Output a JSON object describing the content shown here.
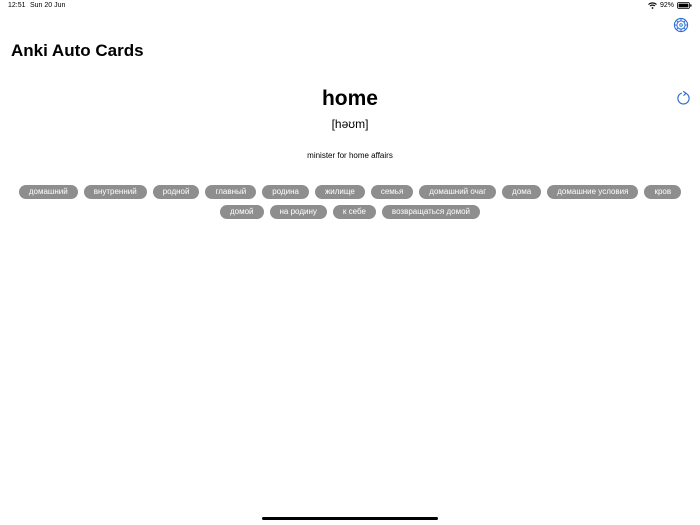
{
  "status_bar": {
    "time": "12:51",
    "date": "Sun 20 Jun",
    "battery_percent": "92%",
    "icons": [
      "wifi-icon",
      "battery-icon"
    ]
  },
  "app": {
    "title": "Anki Auto Cards",
    "settings_icon": "gear-icon",
    "accent_color": "#2f6fd6"
  },
  "card": {
    "word": "home",
    "transcription": "[həʊm]",
    "example": "minister for home affairs",
    "refresh_icon": "refresh-icon"
  },
  "translations": [
    "домашний",
    "внутренний",
    "родной",
    "главный",
    "родина",
    "жилище",
    "семья",
    "домашний очаг",
    "дома",
    "домашние условия",
    "кров",
    "домой",
    "на родину",
    "к себе",
    "возвращаться домой"
  ],
  "chip_color": "#8e8e8e"
}
